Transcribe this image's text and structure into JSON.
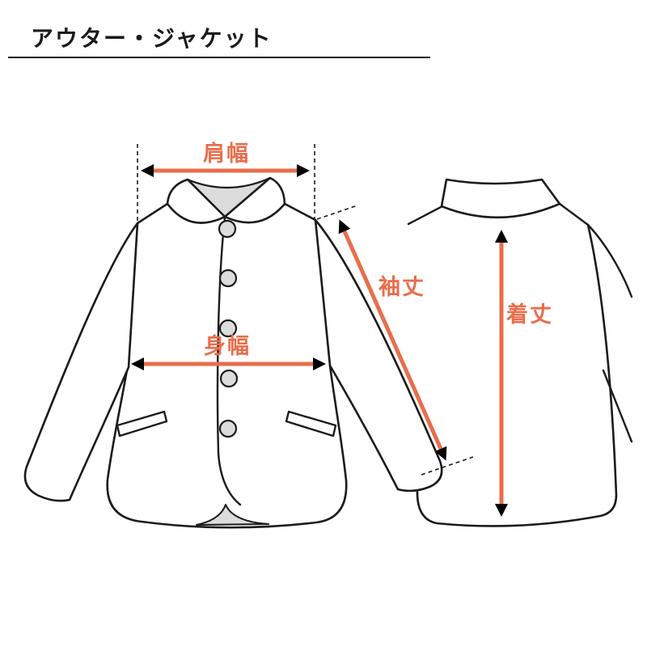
{
  "title": "アウター・ジャケット",
  "measurements": {
    "shoulder_width": "肩幅",
    "sleeve_length": "袖丈",
    "body_width": "身幅",
    "garment_length": "着丈"
  },
  "colors": {
    "accent": "#E86E4B",
    "line": "#1B1B1B",
    "shade": "#DCDCDC",
    "background": "#FFFFFF"
  }
}
